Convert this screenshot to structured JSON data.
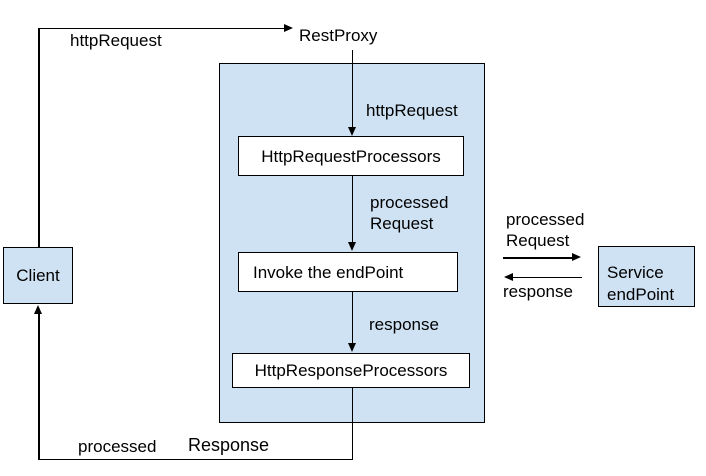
{
  "nodes": {
    "client": {
      "label": "Client"
    },
    "rest_proxy": {
      "label": "RestProxy"
    },
    "http_request_processors": {
      "label": "HttpRequestProcessors"
    },
    "invoke_endpoint": {
      "label": "Invoke the endPoint"
    },
    "http_response_processors": {
      "label": "HttpResponseProcessors"
    },
    "service_endpoint": {
      "line1": "Service",
      "line2": "endPoint"
    }
  },
  "edges": {
    "client_to_restproxy": {
      "label": "httpRequest"
    },
    "restproxy_to_processors": {
      "label": "httpRequest"
    },
    "processors_to_invoke": {
      "line1": "processed",
      "line2": "Request"
    },
    "invoke_to_response_processors": {
      "label": "response"
    },
    "container_to_service": {
      "line1": "processed",
      "line2": "Request"
    },
    "service_to_container": {
      "label": "response"
    },
    "response_to_client": {
      "word1": "processed",
      "word2": "Response"
    }
  },
  "colors": {
    "node_fill": "#cfe2f3",
    "process_box_fill": "#ffffff",
    "line": "#000000",
    "background": "#ffffff"
  }
}
